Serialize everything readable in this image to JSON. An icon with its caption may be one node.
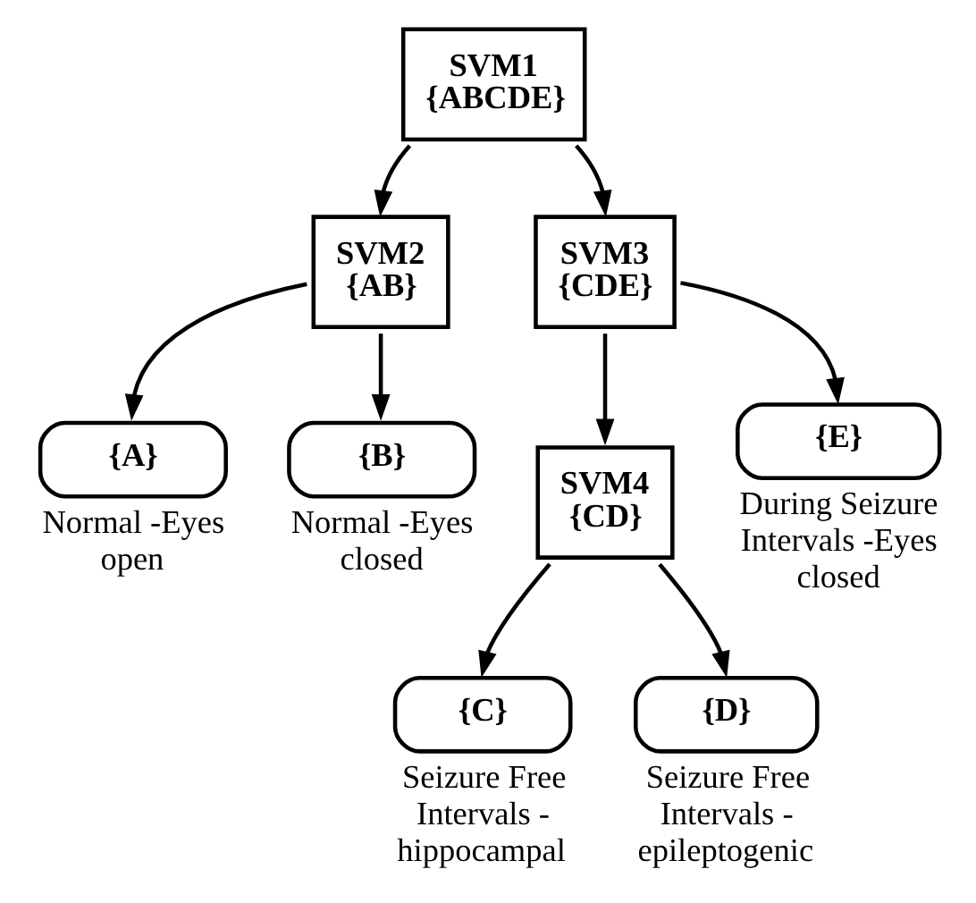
{
  "diagram": {
    "nodes": [
      {
        "text": [
          "SVM1",
          "{ABCDE}"
        ]
      },
      {
        "text": [
          "SVM2",
          "{AB}"
        ]
      },
      {
        "text": [
          "SVM3",
          "{CDE}"
        ]
      },
      {
        "text": [
          "{A}"
        ],
        "beside": [
          "Normal -Eyes open"
        ]
      },
      {
        "text": [
          "{B}"
        ],
        "beside": [
          "Normal -Eyes closed"
        ]
      },
      {
        "text": [
          "SVM4",
          "{CD}"
        ]
      },
      {
        "text": [
          "{E}"
        ],
        "beside": [
          "During Seizure Intervals -Eyes closed"
        ]
      },
      {
        "text": [
          "{C}"
        ],
        "beside": [
          "Seizure Free Intervals - hippocampal"
        ]
      },
      {
        "text": [
          "{D}"
        ],
        "beside": [
          "Seizure Free Intervals - epileptogenic"
        ]
      }
    ],
    "edges": [
      {
        "from": 0,
        "to": 1,
        "arrow": "to"
      },
      {
        "from": 0,
        "to": 2,
        "arrow": "to"
      },
      {
        "from": 1,
        "to": 3,
        "arrow": "to"
      },
      {
        "from": 1,
        "to": 4,
        "arrow": "to"
      },
      {
        "from": 2,
        "to": 5,
        "arrow": "to"
      },
      {
        "from": 2,
        "to": 6,
        "arrow": "to"
      },
      {
        "from": 5,
        "to": 7,
        "arrow": "to"
      },
      {
        "from": 5,
        "to": 8,
        "arrow": "to"
      }
    ]
  }
}
